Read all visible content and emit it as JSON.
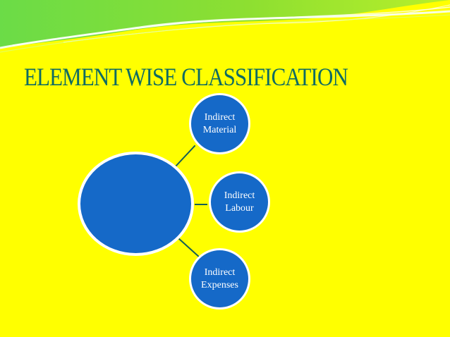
{
  "slide": {
    "title": "ELEMENT WISE CLASSIFICATION",
    "colors": {
      "background": "#ffff00",
      "title": "#0f6b63",
      "circle_fill": "#1569c8",
      "circle_outline": "#ffffff",
      "connector": "#155e56",
      "top_band": "#7dd63a"
    }
  },
  "diagram": {
    "center_label": "",
    "nodes": [
      {
        "label": "Indirect Material"
      },
      {
        "label": "Indirect Labour"
      },
      {
        "label": "Indirect Expenses"
      }
    ]
  }
}
